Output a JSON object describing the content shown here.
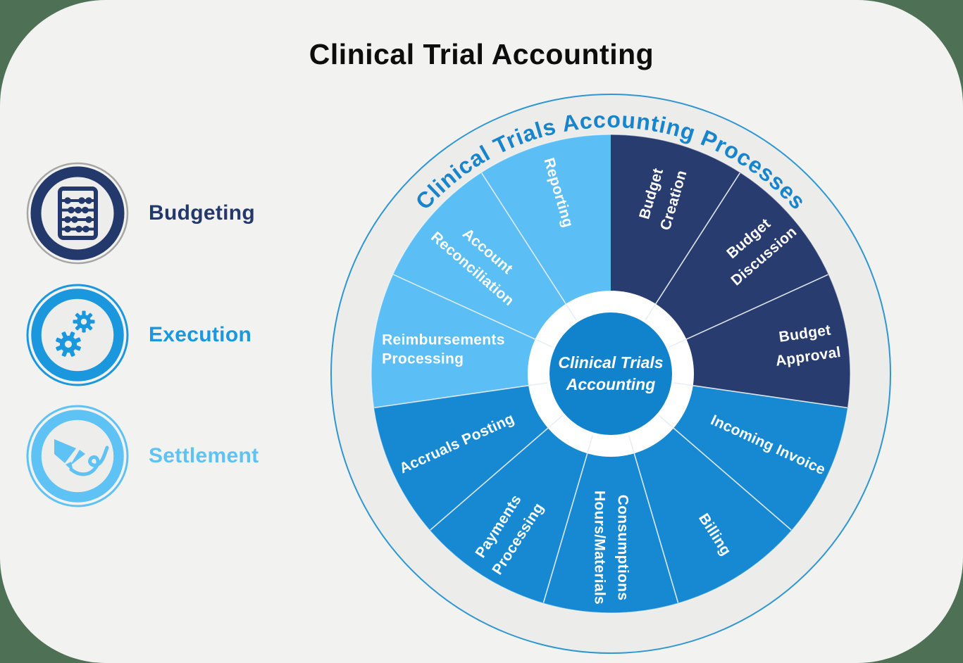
{
  "page": {
    "canvas_bg": "#4E7156",
    "card_bg": "#F2F2F0"
  },
  "title": "Clinical Trial Accounting",
  "legend": {
    "items": [
      {
        "id": "budgeting",
        "label": "Budgeting",
        "color": "#24396B",
        "icon": "abacus-icon"
      },
      {
        "id": "execution",
        "label": "Execution",
        "color": "#1B97DE",
        "icon": "gears-icon"
      },
      {
        "id": "settlement",
        "label": "Settlement",
        "color": "#5EC2F5",
        "icon": "pen-icon"
      }
    ]
  },
  "wheel": {
    "ring_title": "Clinical Trials Accounting Processes",
    "ring_title_color": "#1884CC",
    "ring_bg": "#ECECEA",
    "ring_stroke": "#2E96D2",
    "center_label_lines": [
      "Clinical Trials",
      "Accounting"
    ],
    "center_color": "#1182CC",
    "group_colors": {
      "budgeting": "#293C70",
      "execution": "#1689D2",
      "settlement": "#5BBEF4"
    },
    "segments": [
      {
        "label": "Budget Creation",
        "lines": [
          "Budget",
          "Creation"
        ],
        "group": "budgeting"
      },
      {
        "label": "Budget Discussion",
        "lines": [
          "Budget",
          "Discussion"
        ],
        "group": "budgeting"
      },
      {
        "label": "Budget Approval",
        "lines": [
          "Budget",
          "Approval"
        ],
        "group": "budgeting"
      },
      {
        "label": "Incoming Invoice",
        "lines": [
          "Incoming Invoice"
        ],
        "group": "execution"
      },
      {
        "label": "Billing",
        "lines": [
          "Billing"
        ],
        "group": "execution"
      },
      {
        "label": "Hours/Materials Consumptions",
        "lines": [
          "Hours/Materials",
          "Consumptions"
        ],
        "group": "execution"
      },
      {
        "label": "Payments Processing",
        "lines": [
          "Payments",
          "Processing"
        ],
        "group": "execution"
      },
      {
        "label": "Accruals Posting",
        "lines": [
          "Accruals Posting"
        ],
        "group": "execution"
      },
      {
        "label": "Reimbursements Processing",
        "lines": [
          "Reimbursements",
          "Processing"
        ],
        "group": "settlement"
      },
      {
        "label": "Account Reconciliation",
        "lines": [
          "Account",
          "Reconciliation"
        ],
        "group": "settlement"
      },
      {
        "label": "Reporting",
        "lines": [
          "Reporting"
        ],
        "group": "settlement"
      }
    ]
  }
}
